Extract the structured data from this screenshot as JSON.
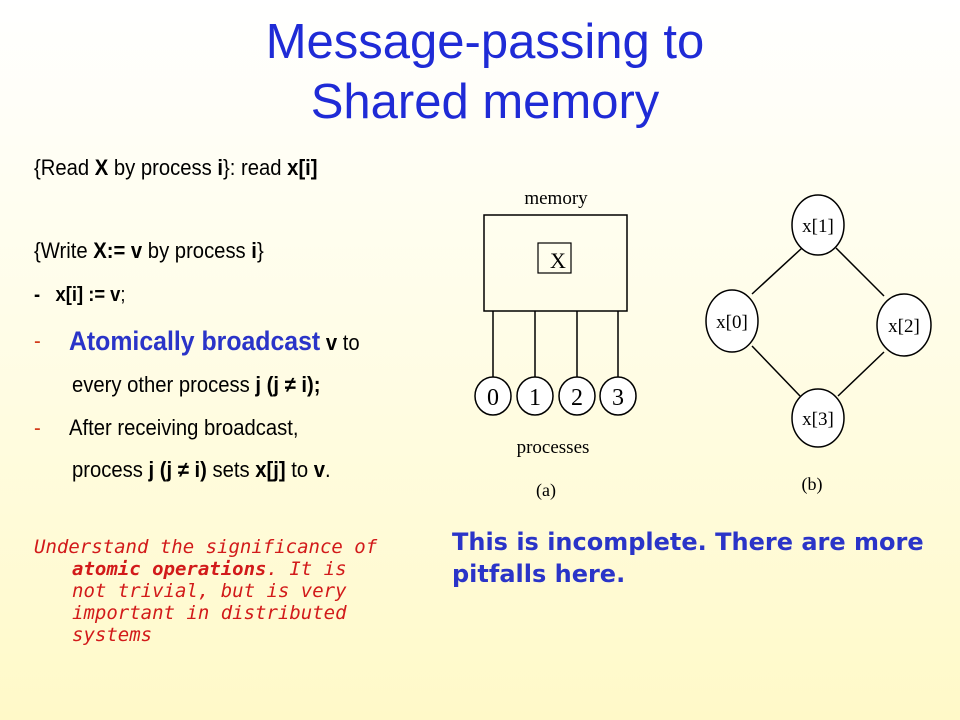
{
  "title": {
    "line1": "Message-passing to",
    "line2": "Shared memory"
  },
  "body": {
    "read": {
      "t1": "{Read ",
      "t2": "X",
      "t3": " by process ",
      "t4": "i",
      "t5": "}: read ",
      "t6": "x[i]"
    },
    "write": {
      "t1": "{Write ",
      "t2": "X:= v",
      "t3": " by process ",
      "t4": "i",
      "t5": "}"
    },
    "assign": {
      "dash": "-",
      "t1": "x[i] := v",
      "t2": ";"
    },
    "broadcast": {
      "dash": "-",
      "big": "Atomically broadcast",
      "t1": " ",
      "t2": "v",
      "t3": " to",
      "line2a": "every other process ",
      "line2b": "j (j ≠ i);"
    },
    "after": {
      "dash": "-",
      "line1": "After receiving broadcast,",
      "line2a": "process ",
      "line2b": "j (j ≠ i)",
      "line2c": " sets ",
      "line2d": "x[j]",
      "line2e": " to ",
      "line2f": "v",
      "line2g": "."
    }
  },
  "note": {
    "l1": "Understand the significance of",
    "l2a": "atomic operations",
    "l2b": ". It is",
    "l3": "not trivial, but is very",
    "l4": "important in distributed",
    "l5": "systems"
  },
  "incomplete": "This is incomplete. There are more pitfalls here.",
  "diagram_a": {
    "memory_label": "memory",
    "var_label": "X",
    "processes": [
      "0",
      "1",
      "2",
      "3"
    ],
    "processes_label": "processes",
    "caption": "(a)"
  },
  "diagram_b": {
    "nodes": [
      "x[1]",
      "x[0]",
      "x[2]",
      "x[3]"
    ],
    "caption": "(b)"
  },
  "colors": {
    "title": "#1f2bd6",
    "accent_blue": "#2a34c8",
    "note_red": "#d21a1a",
    "dash_red": "#d23a1a"
  }
}
